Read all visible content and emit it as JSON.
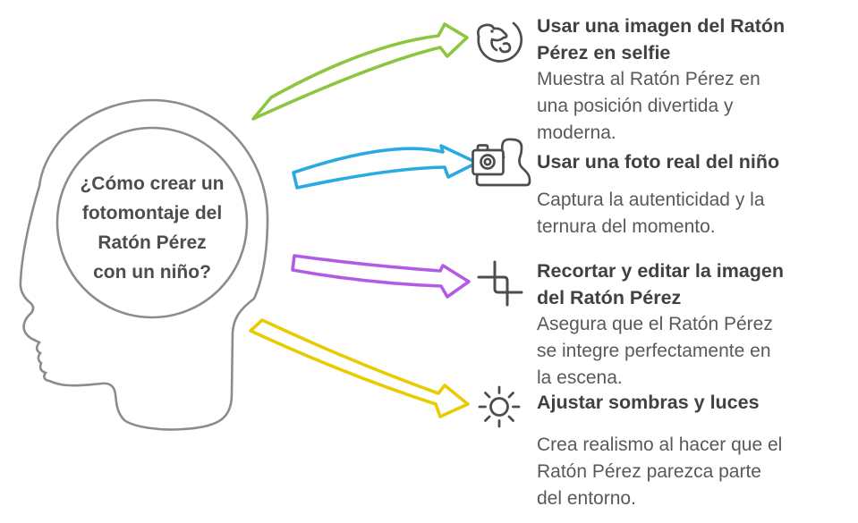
{
  "colors": {
    "background": "#ffffff",
    "head_outline": "#8c8c8c",
    "icon_stroke": "#4d4d4d",
    "title_text": "#414042",
    "body_text": "#58595b",
    "question_text": "#4d4d4d"
  },
  "head": {
    "question": "¿Cómo crear un\nfotomontaje del\nRatón Pérez\ncon un niño?"
  },
  "items": [
    {
      "icon": "mouse-icon",
      "arrow_color": "#8cc63e",
      "title": "Usar una imagen del Ratón\nPérez en selfie",
      "description": "Muestra al Ratón Pérez en\nuna posición divertida y\nmoderna."
    },
    {
      "icon": "camera-person-icon",
      "arrow_color": "#29abe2",
      "title": "Usar una foto real del niño",
      "description": "Captura la autenticidad y la\nternura del momento."
    },
    {
      "icon": "crop-icon",
      "arrow_color": "#b25ce5",
      "title": "Recortar y editar la imagen\ndel Ratón Pérez",
      "description": "Asegura que el Ratón Pérez\nse integre perfectamente en\nla escena."
    },
    {
      "icon": "sun-icon",
      "arrow_color": "#e6cc00",
      "title": "Ajustar sombras y luces",
      "description": "Crea realismo al hacer que el\nRatón Pérez parezca parte\ndel entorno."
    }
  ]
}
